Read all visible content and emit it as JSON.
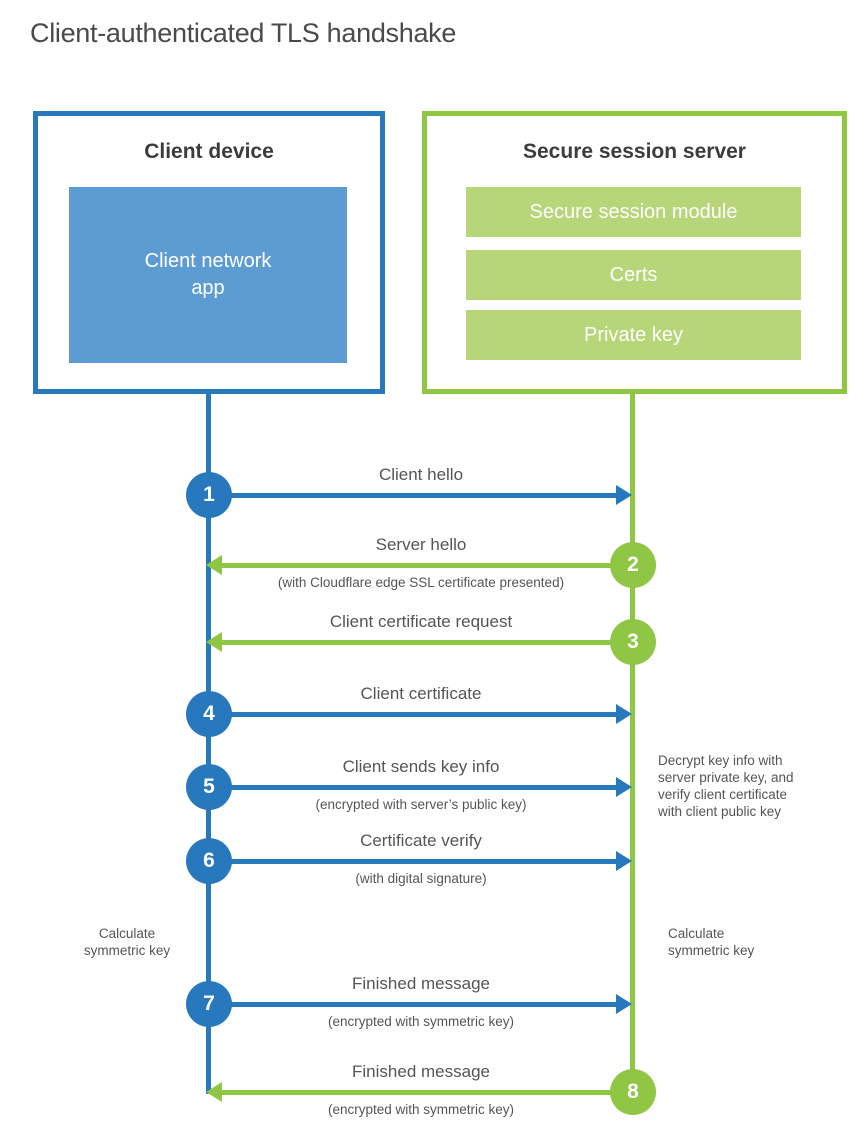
{
  "page": {
    "title": "Client-authenticated TLS handshake"
  },
  "colors": {
    "client_blue": "#2878be",
    "client_app_fill": "#5d9cd3",
    "server_green": "#8fc644",
    "server_bar_fill": "#b7d679",
    "label_text": "#555555",
    "heading_text": "#3c3c3c"
  },
  "client_box": {
    "title": "Client device",
    "app_label": "Client network\napp"
  },
  "server_box": {
    "title": "Secure session server",
    "modules": [
      "Secure session module",
      "Certs",
      "Private key"
    ]
  },
  "steps": [
    {
      "number": "1",
      "label": "Client hello",
      "direction": "right",
      "from": "client"
    },
    {
      "number": "2",
      "label": "Server hello",
      "sublabel": "(with Cloudflare edge SSL certificate presented)",
      "direction": "left",
      "from": "server"
    },
    {
      "number": "3",
      "label": "Client certificate request",
      "direction": "left",
      "from": "server"
    },
    {
      "number": "4",
      "label": "Client certificate",
      "direction": "right",
      "from": "client"
    },
    {
      "number": "5",
      "label": "Client sends key info",
      "sublabel": "(encrypted with server’s public key)",
      "direction": "right",
      "from": "client"
    },
    {
      "number": "6",
      "label": "Certificate verify",
      "sublabel": "(with digital signature)",
      "direction": "right",
      "from": "client"
    },
    {
      "number": "7",
      "label": "Finished message",
      "sublabel": "(encrypted with symmetric key)",
      "direction": "right",
      "from": "client"
    },
    {
      "number": "8",
      "label": "Finished message",
      "sublabel": "(encrypted with symmetric key)",
      "direction": "left",
      "from": "server"
    }
  ],
  "annotations": {
    "server_decrypt": "Decrypt key info with\nserver private key, and\nverify client certificate\nwith client public key",
    "client_calculate": "Calculate\nsymmetric key",
    "server_calculate": "Calculate\nsymmetric key"
  }
}
